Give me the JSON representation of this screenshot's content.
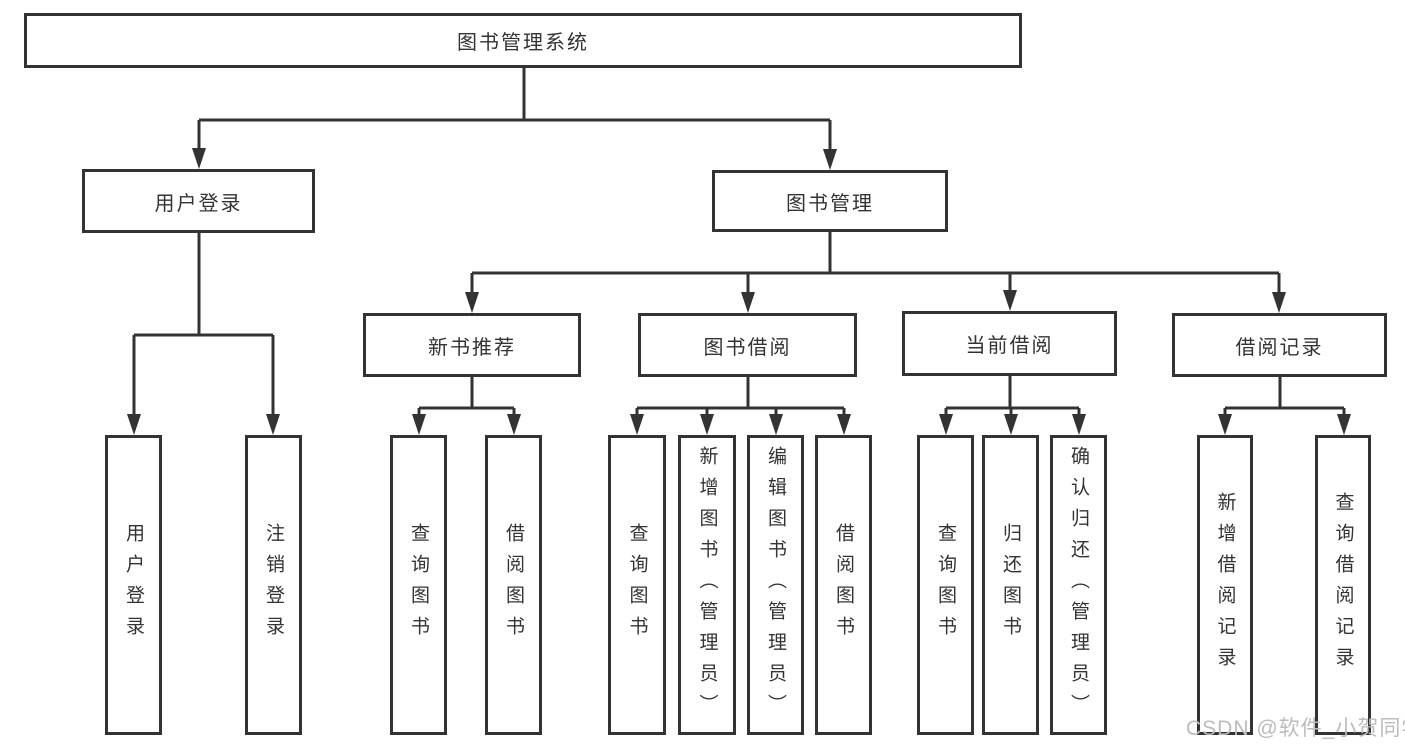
{
  "tree": {
    "root": {
      "label": "图书管理系统",
      "children": [
        {
          "label": "用户登录",
          "children": [
            {
              "label": "用户登录"
            },
            {
              "label": "注销登录"
            }
          ]
        },
        {
          "label": "图书管理",
          "children": [
            {
              "label": "新书推荐",
              "children": [
                {
                  "label": "查询图书"
                },
                {
                  "label": "借阅图书"
                }
              ]
            },
            {
              "label": "图书借阅",
              "children": [
                {
                  "label": "查询图书"
                },
                {
                  "label": "新增图书（管理员）"
                },
                {
                  "label": "编辑图书（管理员）"
                },
                {
                  "label": "借阅图书"
                }
              ]
            },
            {
              "label": "当前借阅",
              "children": [
                {
                  "label": "查询图书"
                },
                {
                  "label": "归还图书"
                },
                {
                  "label": "确认归还（管理员）"
                }
              ]
            },
            {
              "label": "借阅记录",
              "children": [
                {
                  "label": "新增借阅记录"
                },
                {
                  "label": "查询借阅记录"
                }
              ]
            }
          ]
        }
      ]
    }
  },
  "watermark": "CSDN @软件_小贺同学",
  "colors": {
    "line": "#333333",
    "box_border": "#333333",
    "box_fill": "#ffffff",
    "text": "#333333",
    "watermark": "#bcbcbc"
  }
}
